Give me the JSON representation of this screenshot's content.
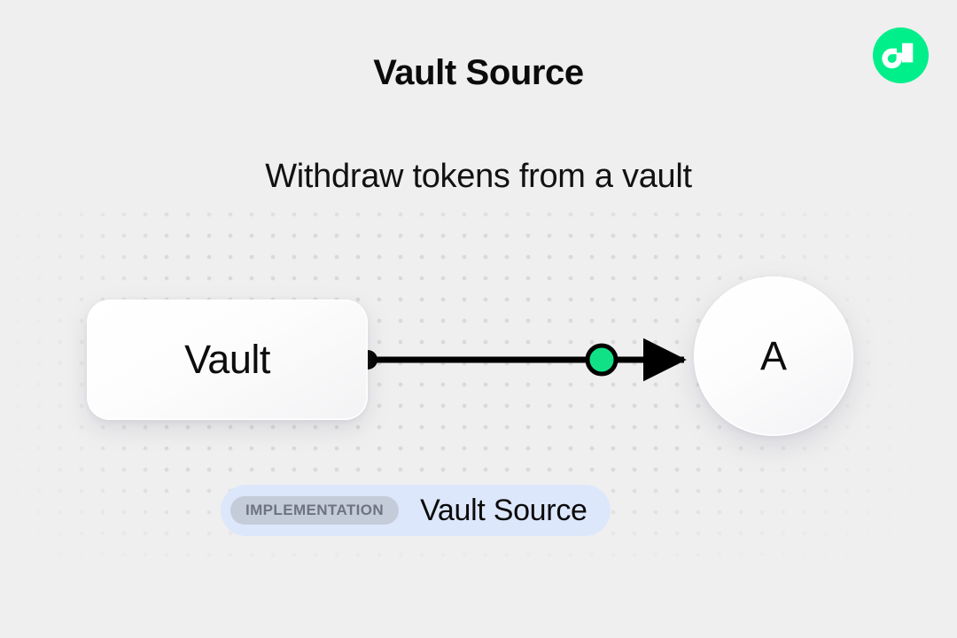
{
  "header": {
    "title": "Vault Source",
    "subtitle": "Withdraw tokens from a vault"
  },
  "brand": {
    "logo_icon": "flow-logo-icon",
    "logo_bg_color": "#00EF8B",
    "logo_mark_color": "#FFFFFF"
  },
  "diagram": {
    "nodes": [
      {
        "id": "vault",
        "label": "Vault",
        "shape": "rounded-rect"
      },
      {
        "id": "a",
        "label": "A",
        "shape": "circle"
      }
    ],
    "edge": {
      "source_handle_color": "#000000",
      "marker_color": "#11E186",
      "marker_stroke_color": "#000000",
      "line_color": "#000000",
      "arrowhead": "triangle-right"
    }
  },
  "footer": {
    "badge_label": "IMPLEMENTATION",
    "implementation_name": "Vault Source",
    "pill_bg_color": "#DDE7FB",
    "badge_bg_color": "#C4CCDA",
    "badge_text_color": "#6D7480"
  },
  "canvas": {
    "bg_color": "#EFEFEF",
    "dot_color": "#D9D9D9"
  }
}
